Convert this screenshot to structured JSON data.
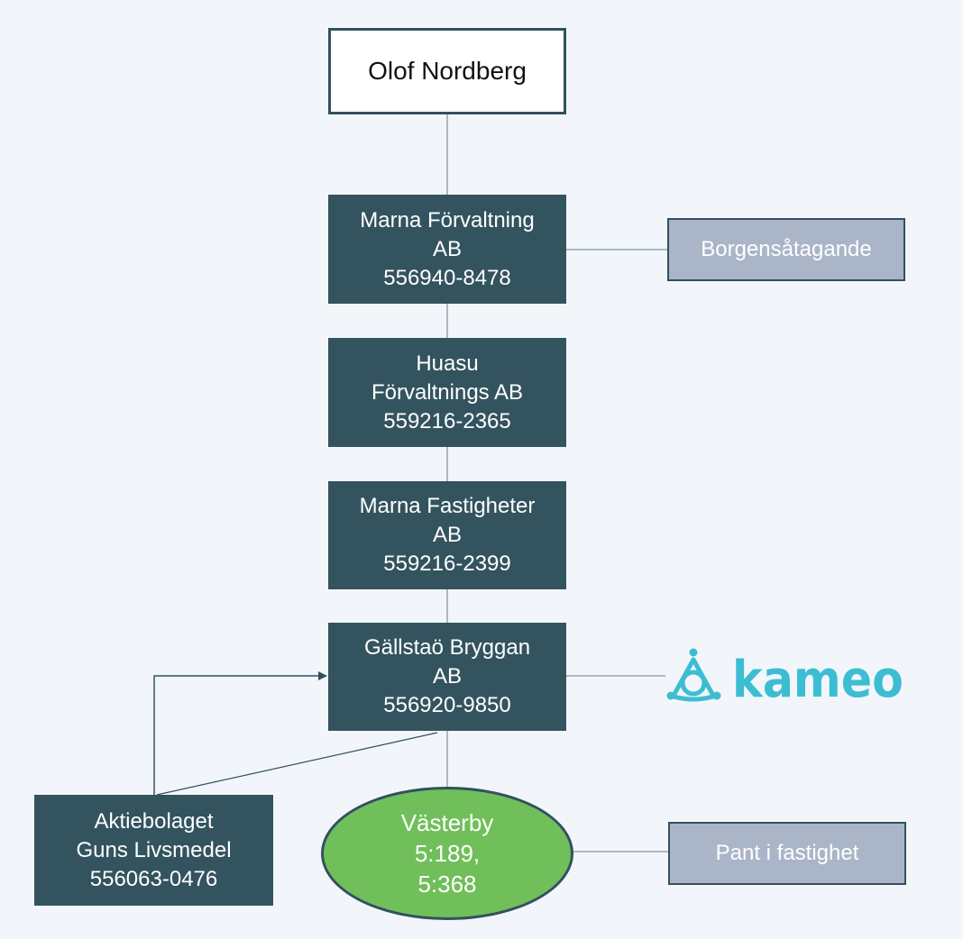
{
  "nodes": {
    "owner": {
      "line1": "Olof Nordberg"
    },
    "marna_forvaltning": {
      "line1": "Marna Förvaltning",
      "line2": "AB",
      "line3": "556940-8478"
    },
    "huasu": {
      "line1": "Huasu",
      "line2": "Förvaltnings AB",
      "line3": "559216-2365"
    },
    "marna_fastigheter": {
      "line1": "Marna Fastigheter",
      "line2": "AB",
      "line3": "559216-2399"
    },
    "gallstao": {
      "line1": "Gällstaö Bryggan",
      "line2": "AB",
      "line3": "556920-9850"
    },
    "guns": {
      "line1": "Aktiebolaget",
      "line2": "Guns Livsmedel",
      "line3": "556063-0476"
    },
    "vasterby": {
      "line1": "Västerby",
      "line2": "5:189,",
      "line3": "5:368"
    }
  },
  "side_labels": {
    "borgen": "Borgensåtagande",
    "pant": "Pant i fastighet"
  },
  "logo": {
    "text": "kameo",
    "color": "#3dbdd2"
  },
  "colors": {
    "background": "#f2f6fb",
    "dark_box": "#33535f",
    "grey_box": "#aab5c8",
    "ellipse": "#70bf5a",
    "connector": "#8fa6b3"
  }
}
